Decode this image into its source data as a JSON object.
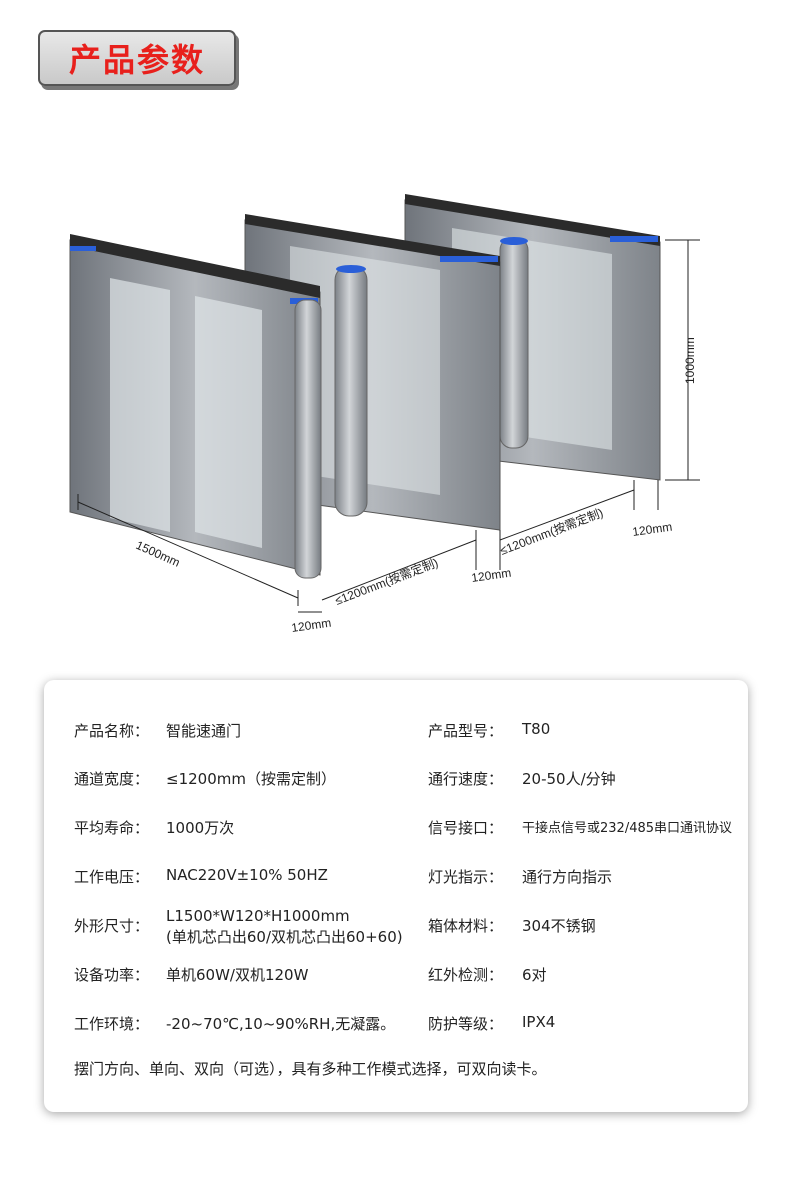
{
  "title": "产品参数",
  "dims": {
    "width_total": "1500mm",
    "height": "1000mm",
    "lane_a": "≤1200mm(按需定制)",
    "lane_b": "≤1200mm(按需定制)",
    "cabinet_a": "120mm",
    "cabinet_b": "120mm",
    "cabinet_c": "120mm"
  },
  "specs": [
    {
      "label": "产品名称：",
      "value": "智能速通门",
      "r_label": "产品型号：",
      "r_value": "T80"
    },
    {
      "label": "通道宽度：",
      "value": "≤1200mm（按需定制）",
      "r_label": "通行速度：",
      "r_value": "20-50人/分钟"
    },
    {
      "label": "平均寿命：",
      "value": "1000万次",
      "r_label": "信号接口：",
      "r_value": "干接点信号或232/485串口通讯协议"
    },
    {
      "label": "工作电压：",
      "value": "NAC220V±10% 50HZ",
      "r_label": "灯光指示：",
      "r_value": "通行方向指示"
    },
    {
      "label": "外形尺寸：",
      "value": "L1500*W120*H1000mm",
      "value2": "(单机芯凸出60/双机芯凸出60+60)",
      "r_label": "箱体材料：",
      "r_value": "304不锈钢"
    },
    {
      "label": "设备功率：",
      "value": "单机60W/双机120W",
      "r_label": "红外检测：",
      "r_value": "6对"
    },
    {
      "label": "工作环境：",
      "value": "-20~70℃,10~90%RH,无凝露。",
      "r_label": "防护等级：",
      "r_value": "IPX4"
    }
  ],
  "note": "摆门方向、单向、双向（可选），具有多种工作模式选择，可双向读卡。",
  "colors": {
    "title_red": "#e8201c",
    "steel": "#8f9399",
    "led_blue": "#2a5fd8"
  }
}
